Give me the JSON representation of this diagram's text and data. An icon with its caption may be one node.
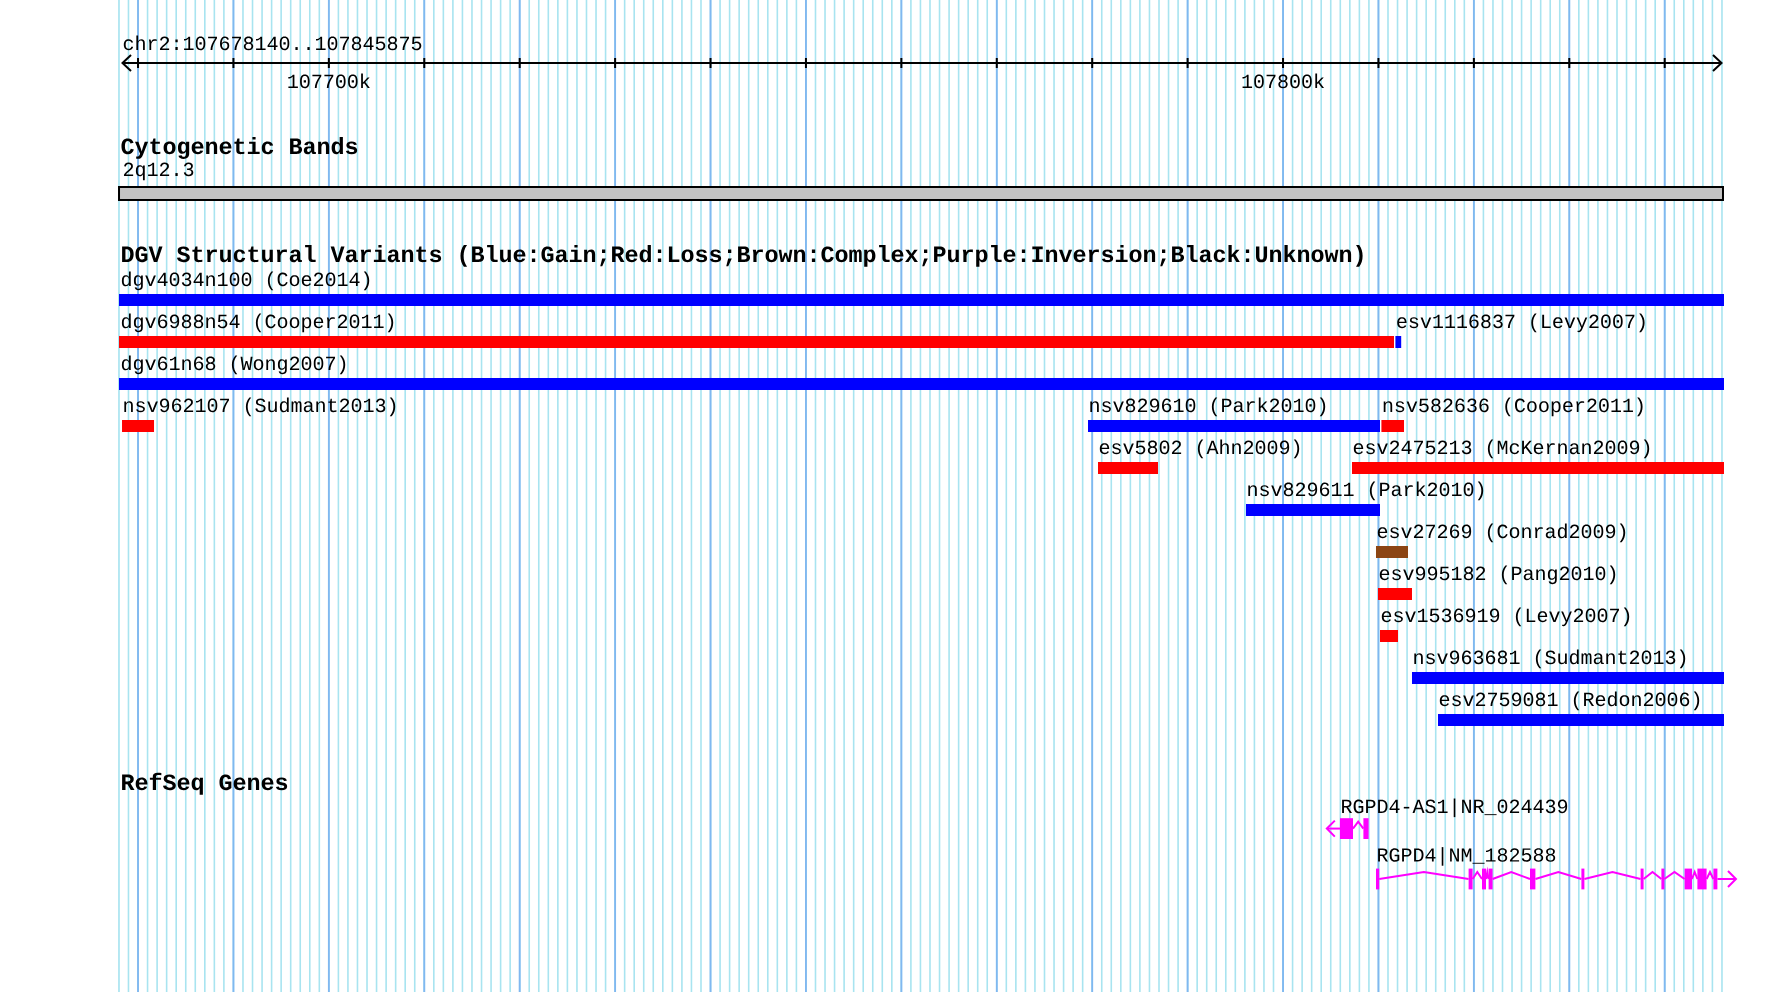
{
  "diagram": {
    "nodes": [
      {
        "text": [
          "2q12.3"
        ]
      },
      {
        "text": [
          "dgv4034n100 (Coe2014)"
        ]
      },
      {
        "text": [
          "dgv6988n54 (Cooper2011)"
        ]
      },
      {
        "text": [
          "esv1116837 (Levy2007)"
        ]
      },
      {
        "text": [
          "dgv61n68 (Wong2007)"
        ]
      },
      {
        "text": [
          "nsv962107 (Sudmant2013)"
        ]
      },
      {
        "text": [
          "nsv829610 (Park2010)"
        ]
      },
      {
        "text": [
          "nsv582636 (Cooper2011)"
        ]
      },
      {
        "text": [
          "esv5802 (Ahn2009)"
        ]
      },
      {
        "text": [
          "esv2475213 (McKernan2009)"
        ]
      },
      {
        "text": [
          "nsv829611 (Park2010)"
        ]
      },
      {
        "text": [
          "esv27269 (Conrad2009)"
        ]
      },
      {
        "text": [
          "esv995182 (Pang2010)"
        ]
      },
      {
        "text": [
          "esv1536919 (Levy2007)"
        ]
      },
      {
        "text": [
          "nsv963681 (Sudmant2013)"
        ]
      },
      {
        "text": [
          "esv2759081 (Redon2006)"
        ]
      },
      {
        "text": [
          "RGPD4-AS1|NR_024439"
        ]
      },
      {
        "text": [
          "RGPD4|NM_182588"
        ]
      }
    ],
    "labels": [
      "chr2:107678140..107845875",
      "107700k",
      "107800k",
      "Cytogenetic Bands",
      "DGV Structural Variants (Blue:Gain;Red:Loss;Brown:Complex;Purple:Inversion;Black:Unknown)",
      "RefSeq Genes"
    ]
  }
}
